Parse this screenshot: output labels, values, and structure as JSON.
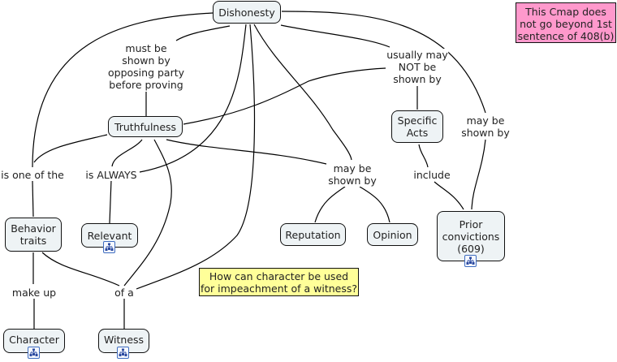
{
  "concepts": {
    "dishonesty": "Dishonesty",
    "truthfulness": "Truthfulness",
    "behavior_traits": "Behavior\ntraits",
    "relevant": "Relevant",
    "character": "Character",
    "witness": "Witness",
    "reputation": "Reputation",
    "opinion": "Opinion",
    "specific_acts": "Specific\nActs",
    "prior_convictions": "Prior\nconvictions\n(609)"
  },
  "linking_phrases": {
    "must_be_shown": "must be\nshown by\nopposing party\nbefore proving",
    "usually_may_not": "usually may\nNOT be\nshown by",
    "may_be_shown_right": "may be\nshown by",
    "may_be_shown_mid": "may be\nshown by",
    "is_one_of_the": "is one of the",
    "is_always": "is ALWAYS",
    "include": "include",
    "make_up": "make up",
    "of_a": "of a"
  },
  "notes": {
    "focus_question": "How can character be used\nfor impeachment of a witness?",
    "scope_note": "This Cmap does\nnot go beyond 1st\nsentence of 408(b)"
  },
  "icons": {
    "submap_badge": "nested-cmap-icon"
  },
  "colors": {
    "concept_fill": "#eef3f5",
    "focus_question_fill": "#ffff99",
    "scope_note_fill": "#ff99cc",
    "badge_border": "#3e6cbf"
  }
}
